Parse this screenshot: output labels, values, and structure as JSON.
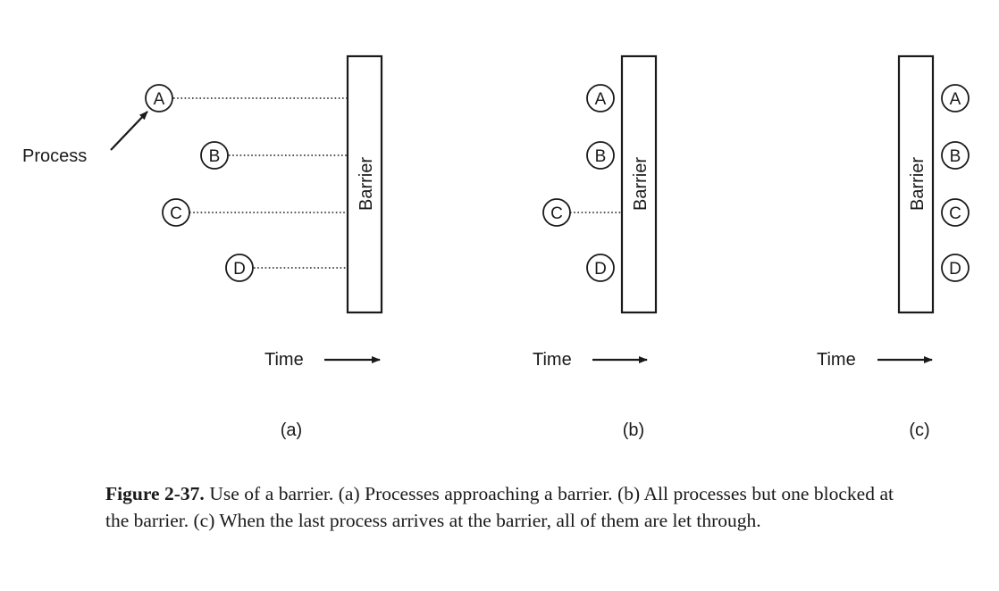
{
  "panels": [
    {
      "label": "(a)",
      "barrier_label": "Barrier",
      "time_label": "Time",
      "processes": [
        "A",
        "B",
        "C",
        "D"
      ]
    },
    {
      "label": "(b)",
      "barrier_label": "Barrier",
      "time_label": "Time",
      "processes": [
        "A",
        "B",
        "C",
        "D"
      ]
    },
    {
      "label": "(c)",
      "barrier_label": "Barrier",
      "time_label": "Time",
      "processes": [
        "A",
        "B",
        "C",
        "D"
      ]
    }
  ],
  "process_callout": "Process",
  "caption": {
    "label": "Figure 2-37.",
    "text": "Use of a barrier. (a) Processes approaching a barrier. (b) All processes but one blocked at the barrier. (c) When the last process arrives at the barrier, all of them are let through."
  }
}
